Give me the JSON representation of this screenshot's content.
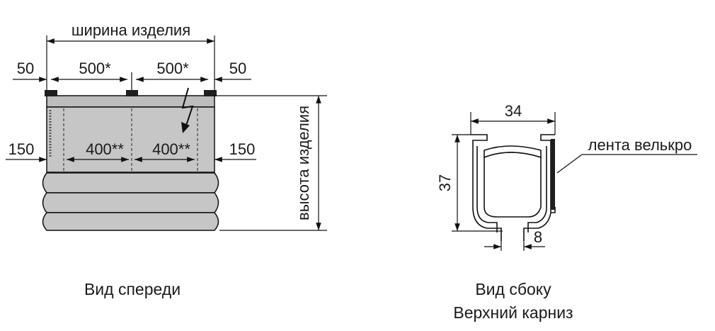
{
  "front_view": {
    "width_label": "ширина изделия",
    "height_label": "высота изделия",
    "top_margin_left": "50",
    "top_span_1": "500*",
    "top_span_2": "500*",
    "top_margin_right": "50",
    "mid_margin_left": "150",
    "mid_span_1": "400**",
    "mid_span_2": "400**",
    "mid_margin_right": "150",
    "caption": "Вид спереди"
  },
  "side_view": {
    "width_dim": "34",
    "height_dim": "37",
    "slot_dim": "8",
    "velcro_label": "лента велькро",
    "caption_line1": "Вид сбоку",
    "caption_line2": "Верхний карниз"
  },
  "colors": {
    "fabric": "#c6c6c6",
    "rail": "#bdbdbd",
    "bracket": "#1e1e1e",
    "line": "#111111"
  }
}
